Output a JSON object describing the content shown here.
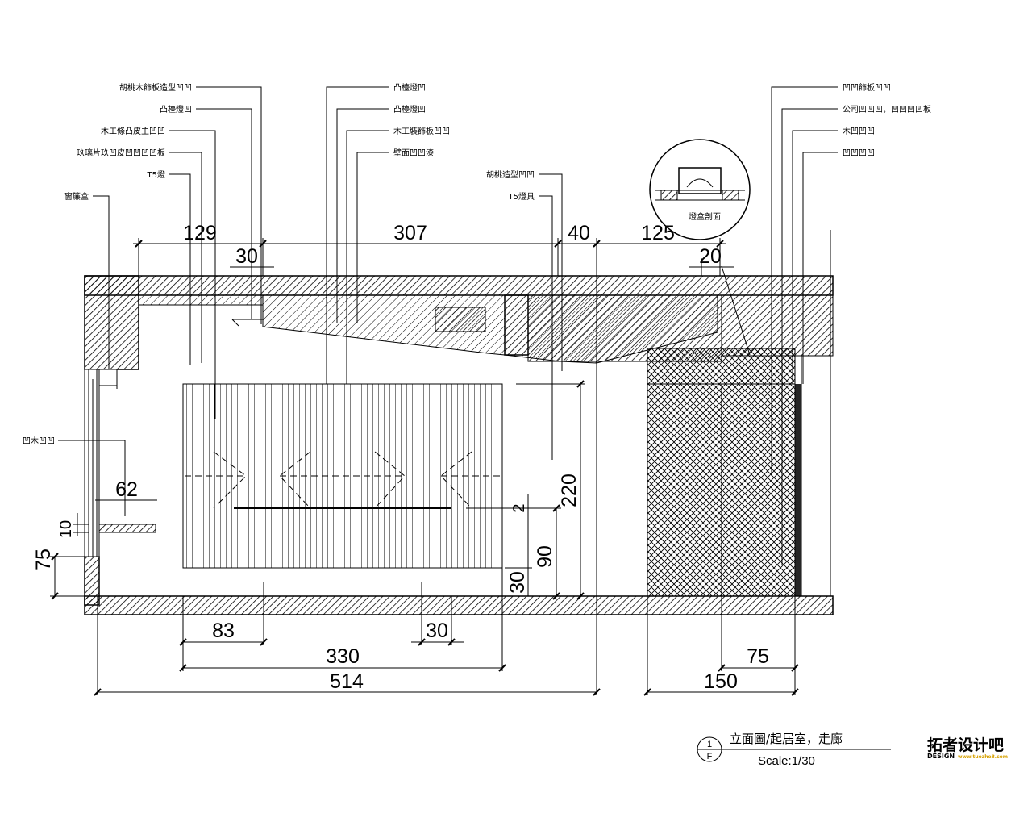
{
  "title": {
    "number_top": "1",
    "number_bottom": "F",
    "name": "立面圖/起居室，走廊",
    "scale": "Scale:1/30"
  },
  "annotations": {
    "top_left": [
      "胡桃木飾板造型凹凹",
      "凸檯燈凹",
      "木工條凸皮主凹凹",
      "玖璃片玖凹皮凹凹凹凹板",
      "T5燈",
      "窗簾盒"
    ],
    "top_center": [
      "凸檯燈凹",
      "凸檯燈凹",
      "木工裝飾板凹凹",
      "壁面凹凹漆"
    ],
    "top_center_right": [
      "胡桃造型凹凹",
      "T5燈具"
    ],
    "top_right": [
      "凹凹飾板凹凹",
      "公司凹凹凹，凹凹凹凹板",
      "木凹凹凹",
      "凹凹凹凹"
    ],
    "left_side": "凹木凹凹",
    "detail_label": "燈盒剖面"
  },
  "dimensions": {
    "top": [
      "129",
      "307",
      "40",
      "125"
    ],
    "top_small": [
      "30",
      "20"
    ],
    "left": [
      "75",
      "10"
    ],
    "interior": [
      "62",
      "220",
      "90",
      "30",
      "2",
      "10"
    ],
    "bottom_row1": [
      "83",
      "30",
      "75"
    ],
    "bottom_row2": [
      "330"
    ],
    "bottom_row3": [
      "514",
      "150"
    ]
  },
  "logo": {
    "main": "拓者设计吧",
    "sub": "DESIGN",
    "url": "www.tuozhe8.com"
  }
}
